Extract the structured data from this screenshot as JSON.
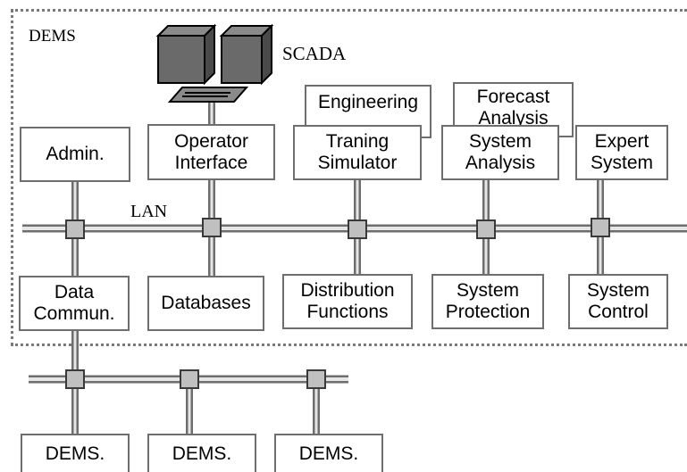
{
  "labels": {
    "dems_title": "DEMS",
    "scada": "SCADA",
    "lan": "LAN"
  },
  "boxes": {
    "engineering": [
      "Engineering"
    ],
    "forecast": [
      "Forecast",
      "Analysis"
    ],
    "admin": [
      "Admin."
    ],
    "operator_interface": [
      "Operator",
      "Interface"
    ],
    "training_simulator": [
      "Traning",
      "Simulator"
    ],
    "system_analysis": [
      "System",
      "Analysis"
    ],
    "expert_system": [
      "Expert",
      "System"
    ],
    "data_commun": [
      "Data",
      "Commun."
    ],
    "databases": [
      "Databases"
    ],
    "distribution_functions": [
      "Distribution",
      "Functions"
    ],
    "system_protection": [
      "System",
      "Protection"
    ],
    "system_control": [
      "System",
      "Control"
    ],
    "dems_1": [
      "DEMS."
    ],
    "dems_2": [
      "DEMS."
    ],
    "dems_3": [
      "DEMS."
    ]
  },
  "colors": {
    "line": "#6e6e6e",
    "line_fill": "#d8d8d8",
    "connector": "#c0c0c0",
    "server": "#6a6a6a"
  }
}
